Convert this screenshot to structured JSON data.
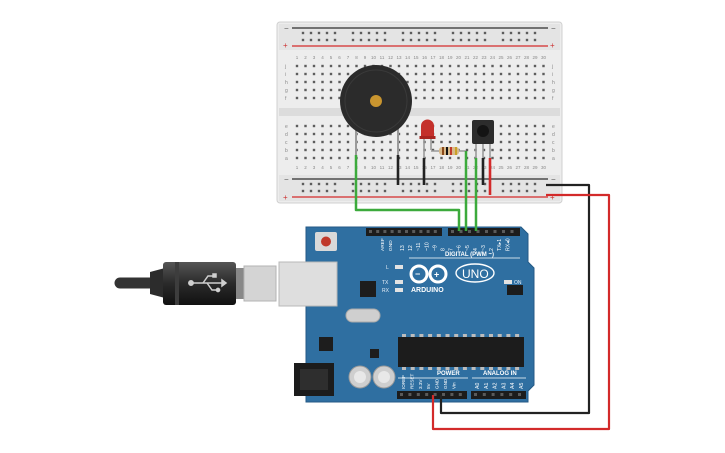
{
  "colors": {
    "breadboard": "#ededed",
    "breadboard_rail": "#e2e2e2",
    "rail_red": "#d42a2a",
    "rail_black": "#2d2d2d",
    "hole": "#5d5d5d",
    "board": "#2f6fa1",
    "board_dark": "#245a86",
    "wire_green": "#3caa3c",
    "wire_black": "#222222",
    "wire_red": "#d32a2a",
    "buzzer": "#2b2b2b",
    "buzzer_center": "#c9952f",
    "led": "#c4302b",
    "usb_metal": "#c9c9c9",
    "cable": "#333333"
  },
  "breadboard": {
    "rail_marks": {
      "plus": "+",
      "minus": "−"
    },
    "column_numbers": [
      "1",
      "2",
      "3",
      "4",
      "5",
      "6",
      "7",
      "8",
      "9",
      "10",
      "11",
      "12",
      "13",
      "14",
      "15",
      "16",
      "17",
      "18",
      "19",
      "20",
      "21",
      "22",
      "23",
      "24",
      "25",
      "26",
      "27",
      "28",
      "29",
      "30"
    ],
    "row_letters_top": [
      "j",
      "i",
      "h",
      "g",
      "f"
    ],
    "row_letters_bottom": [
      "e",
      "d",
      "c",
      "b",
      "a"
    ]
  },
  "components": {
    "buzzer": "buzzer",
    "led": "red-led",
    "resistor": "resistor",
    "sensor": "ir-receiver"
  },
  "arduino": {
    "reset_label": "RESET",
    "digital_header_numbers": [
      "13",
      "12",
      "~11",
      "~10",
      "~9",
      "8",
      "7",
      "~6",
      "~5",
      "4",
      "~3",
      "2",
      "TX▸1",
      "RX◂0"
    ],
    "digital_left_labels": [
      "AREF",
      "GND"
    ],
    "digital_label": "DIGITAL (PWM ~)",
    "logo_text": "ARDUINO",
    "uno_text": "UNO",
    "on_label": "ON",
    "l_label": "L",
    "tx_label": "TX",
    "rx_label": "RX",
    "power_label": "POWER",
    "analog_label": "ANALOG IN",
    "power_pins": [
      "IOREF",
      "RESET",
      "3.3V",
      "5V",
      "GND",
      "GND",
      "Vin"
    ],
    "analog_pins": [
      "A0",
      "A1",
      "A2",
      "A3",
      "A4",
      "A5"
    ]
  }
}
